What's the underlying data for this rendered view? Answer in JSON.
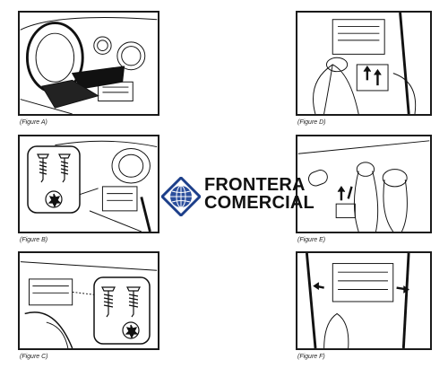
{
  "figures": [
    {
      "id": "A",
      "caption": "(Figure A)"
    },
    {
      "id": "B",
      "caption": "(Figure B)"
    },
    {
      "id": "C",
      "caption": "(Figure C)"
    },
    {
      "id": "D",
      "caption": "(Figure D)"
    },
    {
      "id": "E",
      "caption": "(Figure E)"
    },
    {
      "id": "F",
      "caption": "(Figure F)"
    }
  ],
  "logo": {
    "line1": "FRONTERA",
    "line2": "COMERCIAL",
    "icon": "globe-in-diamond-icon",
    "colors": {
      "globe": "#2b4e9c",
      "diamond": "#1d3f8a",
      "text": "#111111"
    }
  }
}
